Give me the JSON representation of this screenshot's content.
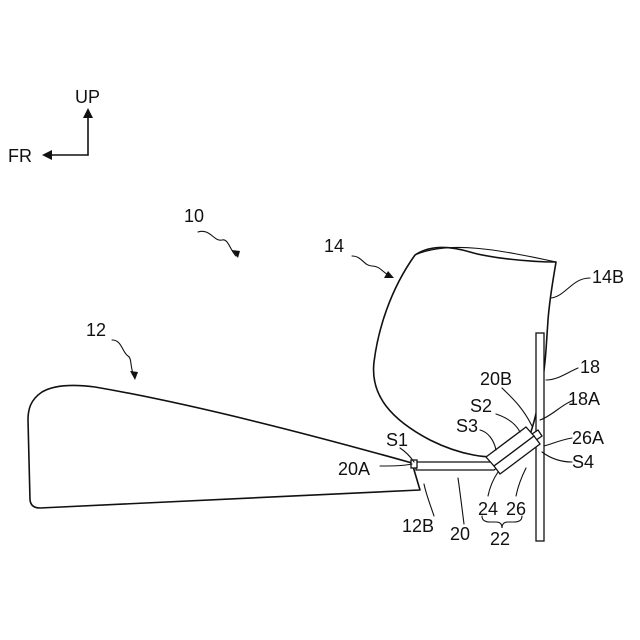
{
  "orientation": {
    "up_label": "UP",
    "front_label": "FR"
  },
  "labels": {
    "ref_10": "10",
    "ref_12": "12",
    "ref_14": "14",
    "ref_14B": "14B",
    "ref_18": "18",
    "ref_18A": "18A",
    "ref_20B": "20B",
    "ref_S2": "S2",
    "ref_S3": "S3",
    "ref_S1": "S1",
    "ref_20A": "20A",
    "ref_26A": "26A",
    "ref_S4": "S4",
    "ref_12B": "12B",
    "ref_20": "20",
    "ref_24": "24",
    "ref_26": "26",
    "ref_22": "22"
  }
}
